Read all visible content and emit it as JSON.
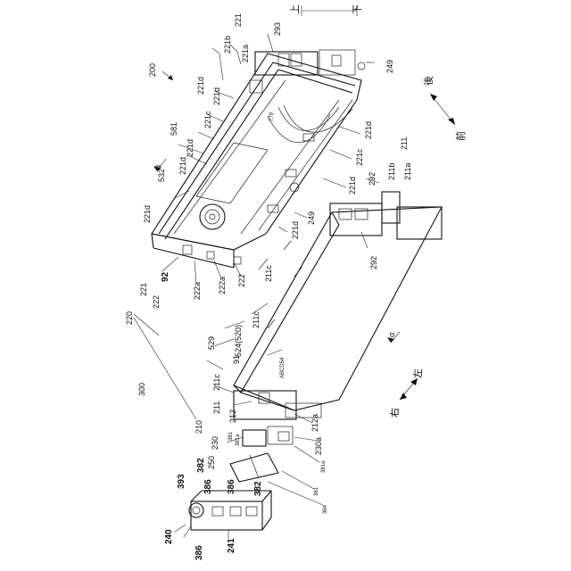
{
  "labels": {
    "l200": "200",
    "l221b": "221b",
    "l221": "221",
    "l221a": "221a",
    "l293": "293",
    "l249_top": "249",
    "l221d_1": "221d",
    "l221d_2": "221d",
    "l221c_1": "221c",
    "l581": "581",
    "l221d_3": "221d",
    "l779": "779",
    "l221d_4": "221d",
    "l221c_2": "221c",
    "l532": "532",
    "l221d_5": "221d",
    "l221d_6": "221d",
    "l292_top": "292",
    "l211": "211",
    "l211b": "211b",
    "l211a": "211a",
    "l249_mid": "249",
    "l221d_7": "221d",
    "l292_bot": "292",
    "l92": "92",
    "l221_b": "221",
    "l222_1": "222",
    "l222a_1": "222a",
    "l222a_2": "222a",
    "l222_2": "222",
    "l211c_1": "211c",
    "l220": "220",
    "l211c_2": "211c",
    "l524": "524(520)",
    "l529": "529",
    "l91": "91",
    "labc": "ABCD54",
    "l211c_3": "211c",
    "l300": "300",
    "l211_b": "211",
    "l210": "210",
    "l212": "212",
    "l212a": "212a",
    "l230": "230",
    "l381_1": "381",
    "l381a_1": "381a",
    "l230a": "230a",
    "l381a_2": "381a",
    "l382_1": "382",
    "l250": "250",
    "l393": "393",
    "l386_1": "386",
    "l386_2": "386",
    "l382_2": "382",
    "l361": "361",
    "l364": "364",
    "l240": "240",
    "l386_3": "386",
    "l241": "241",
    "alpha_1": "α",
    "alpha_2": "α"
  },
  "direction": {
    "top_up": "上",
    "top_down": "下",
    "back": "後",
    "front": "前",
    "right": "右",
    "left": "左"
  }
}
